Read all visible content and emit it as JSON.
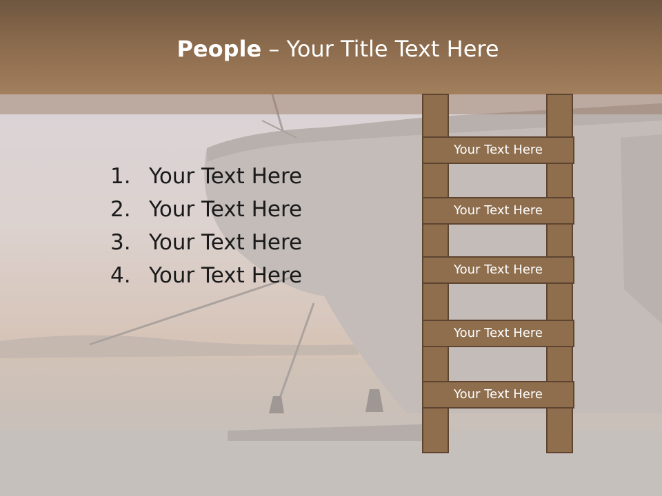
{
  "slide": {
    "title_bold": "People",
    "title_rest": " – Your Title Text Here",
    "list_items": [
      {
        "number": "1.",
        "text": "Your Text Here"
      },
      {
        "number": "2.",
        "text": "Your Text Here"
      },
      {
        "number": "3.",
        "text": "Your Text Here"
      },
      {
        "number": "4.",
        "text": "Your Text Here"
      }
    ],
    "ladder_rungs": [
      "Your Text Here",
      "Your Text Here",
      "Your Text Here",
      "Your Text Here",
      "Your Text Here"
    ]
  },
  "colors": {
    "title_bar": "#8a6a4c",
    "ladder_wood": "#8f6e4e",
    "ladder_border": "#5d4430",
    "background": "#c9c3be"
  }
}
